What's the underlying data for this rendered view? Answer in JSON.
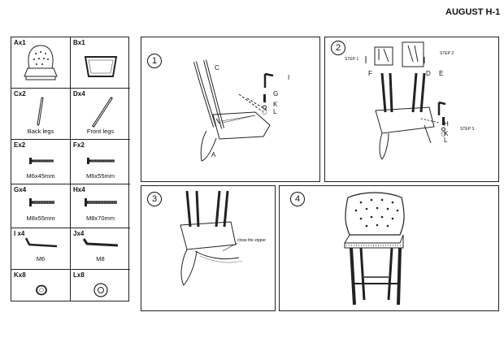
{
  "title": "AUGUST H-1",
  "parts": [
    {
      "code": "Ax1",
      "caption": ""
    },
    {
      "code": "Bx1",
      "caption": ""
    },
    {
      "code": "Cx2",
      "caption": "Back legs"
    },
    {
      "code": "Dx4",
      "caption": "Front legs"
    },
    {
      "code": "Ex2",
      "caption": "M6x45mm"
    },
    {
      "code": "Fx2",
      "caption": "M6x55mm"
    },
    {
      "code": "Gx4",
      "caption": "M8x55mm"
    },
    {
      "code": "Hx4",
      "caption": "M8x70mm"
    },
    {
      "code": "I x4",
      "caption": "M6"
    },
    {
      "code": "Jx4",
      "caption": "M8"
    },
    {
      "code": "Kx8",
      "caption": ""
    },
    {
      "code": "Lx8",
      "caption": ""
    }
  ],
  "steps": [
    {
      "number": "1",
      "labels": {
        "c": "C",
        "a": "A",
        "i": "I",
        "g": "G",
        "k": "K",
        "l": "L"
      }
    },
    {
      "number": "2",
      "labels": {
        "step1": "STEP 1",
        "step2": "STEP 2",
        "step3": "STEP 3",
        "f": "F",
        "d": "D",
        "e": "E",
        "h": "H",
        "k": "K",
        "l": "L"
      }
    },
    {
      "number": "3",
      "labels": {
        "note": "close the zipper"
      }
    },
    {
      "number": "4",
      "labels": {}
    }
  ]
}
